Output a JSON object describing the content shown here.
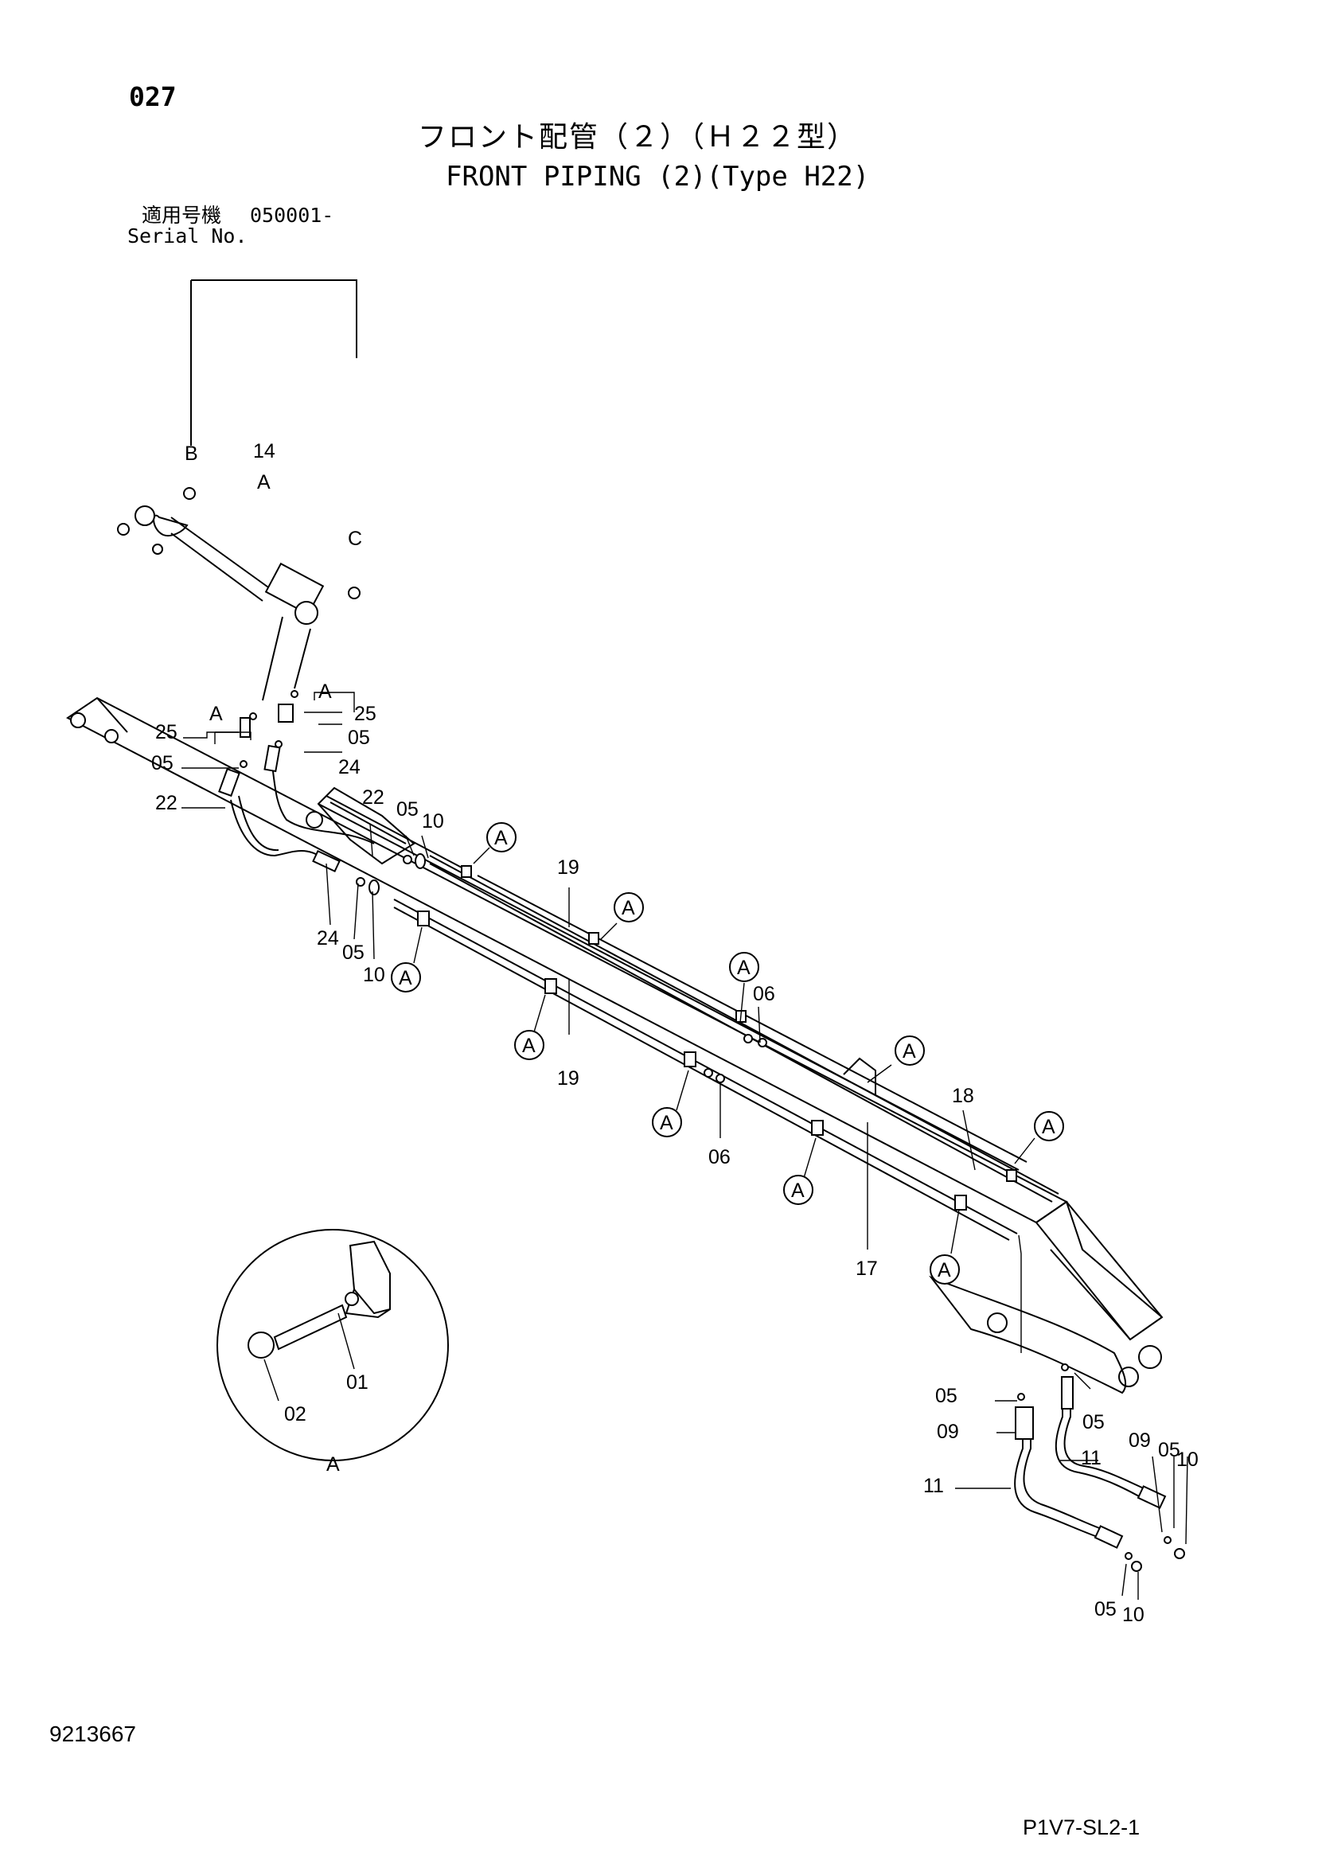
{
  "page": {
    "page_number": "027",
    "title_jp": "フロント配管（２）（Ｈ２２型）",
    "title_en": "FRONT PIPING (2)(Type H22)",
    "serial_label_jp": "適用号機",
    "serial_value": "050001-",
    "serial_label_en": "Serial No.",
    "document_number": "9213667",
    "sheet_code": "P1V7-SL2-1"
  },
  "callouts": {
    "detail_ref": "A",
    "letters": [
      "B",
      "C"
    ],
    "parts": [
      "01",
      "02",
      "05",
      "06",
      "09",
      "10",
      "11",
      "14",
      "17",
      "18",
      "19",
      "22",
      "24",
      "25"
    ]
  },
  "detail_view": {
    "label": "A",
    "parts": [
      "01",
      "02"
    ]
  }
}
